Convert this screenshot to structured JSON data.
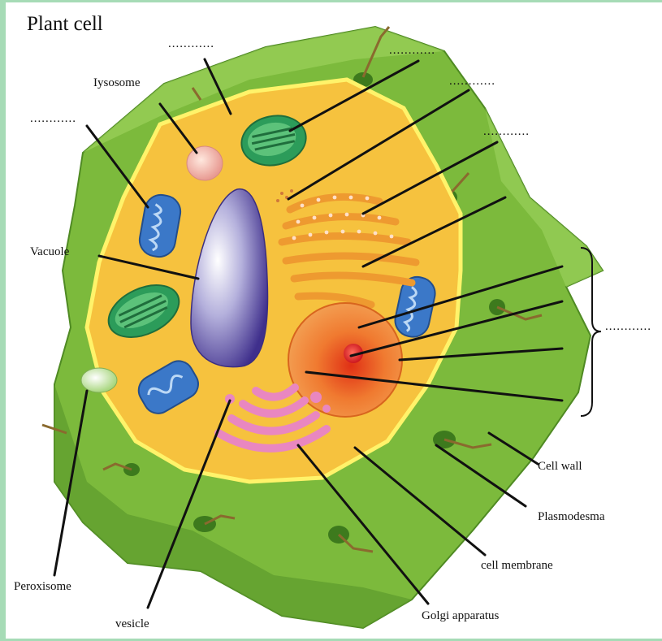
{
  "title": "Plant cell",
  "blank_placeholder": "............",
  "labels": {
    "lysosome": "Iysosome",
    "vacuole": "Vacuole",
    "peroxisome": "Peroxisome",
    "vesicle": "vesicle",
    "golgi": "Golgi apparatus",
    "cell_membrane": "cell membrane",
    "plasmodesma": "Plasmodesma",
    "cell_wall": "Cell wall"
  },
  "colors": {
    "frame": "#a6dbb6",
    "cell_wall": "#7cba3c",
    "cytoplasm": "#f6c23e",
    "membrane": "#fff36a",
    "vacuole": "#7d72b8",
    "nucleus": "#ee7a2a",
    "mitochondria": "#3b78c8",
    "chloroplast": "#2c9c5a",
    "golgi": "#e987c0",
    "er": "#ee9a30"
  }
}
